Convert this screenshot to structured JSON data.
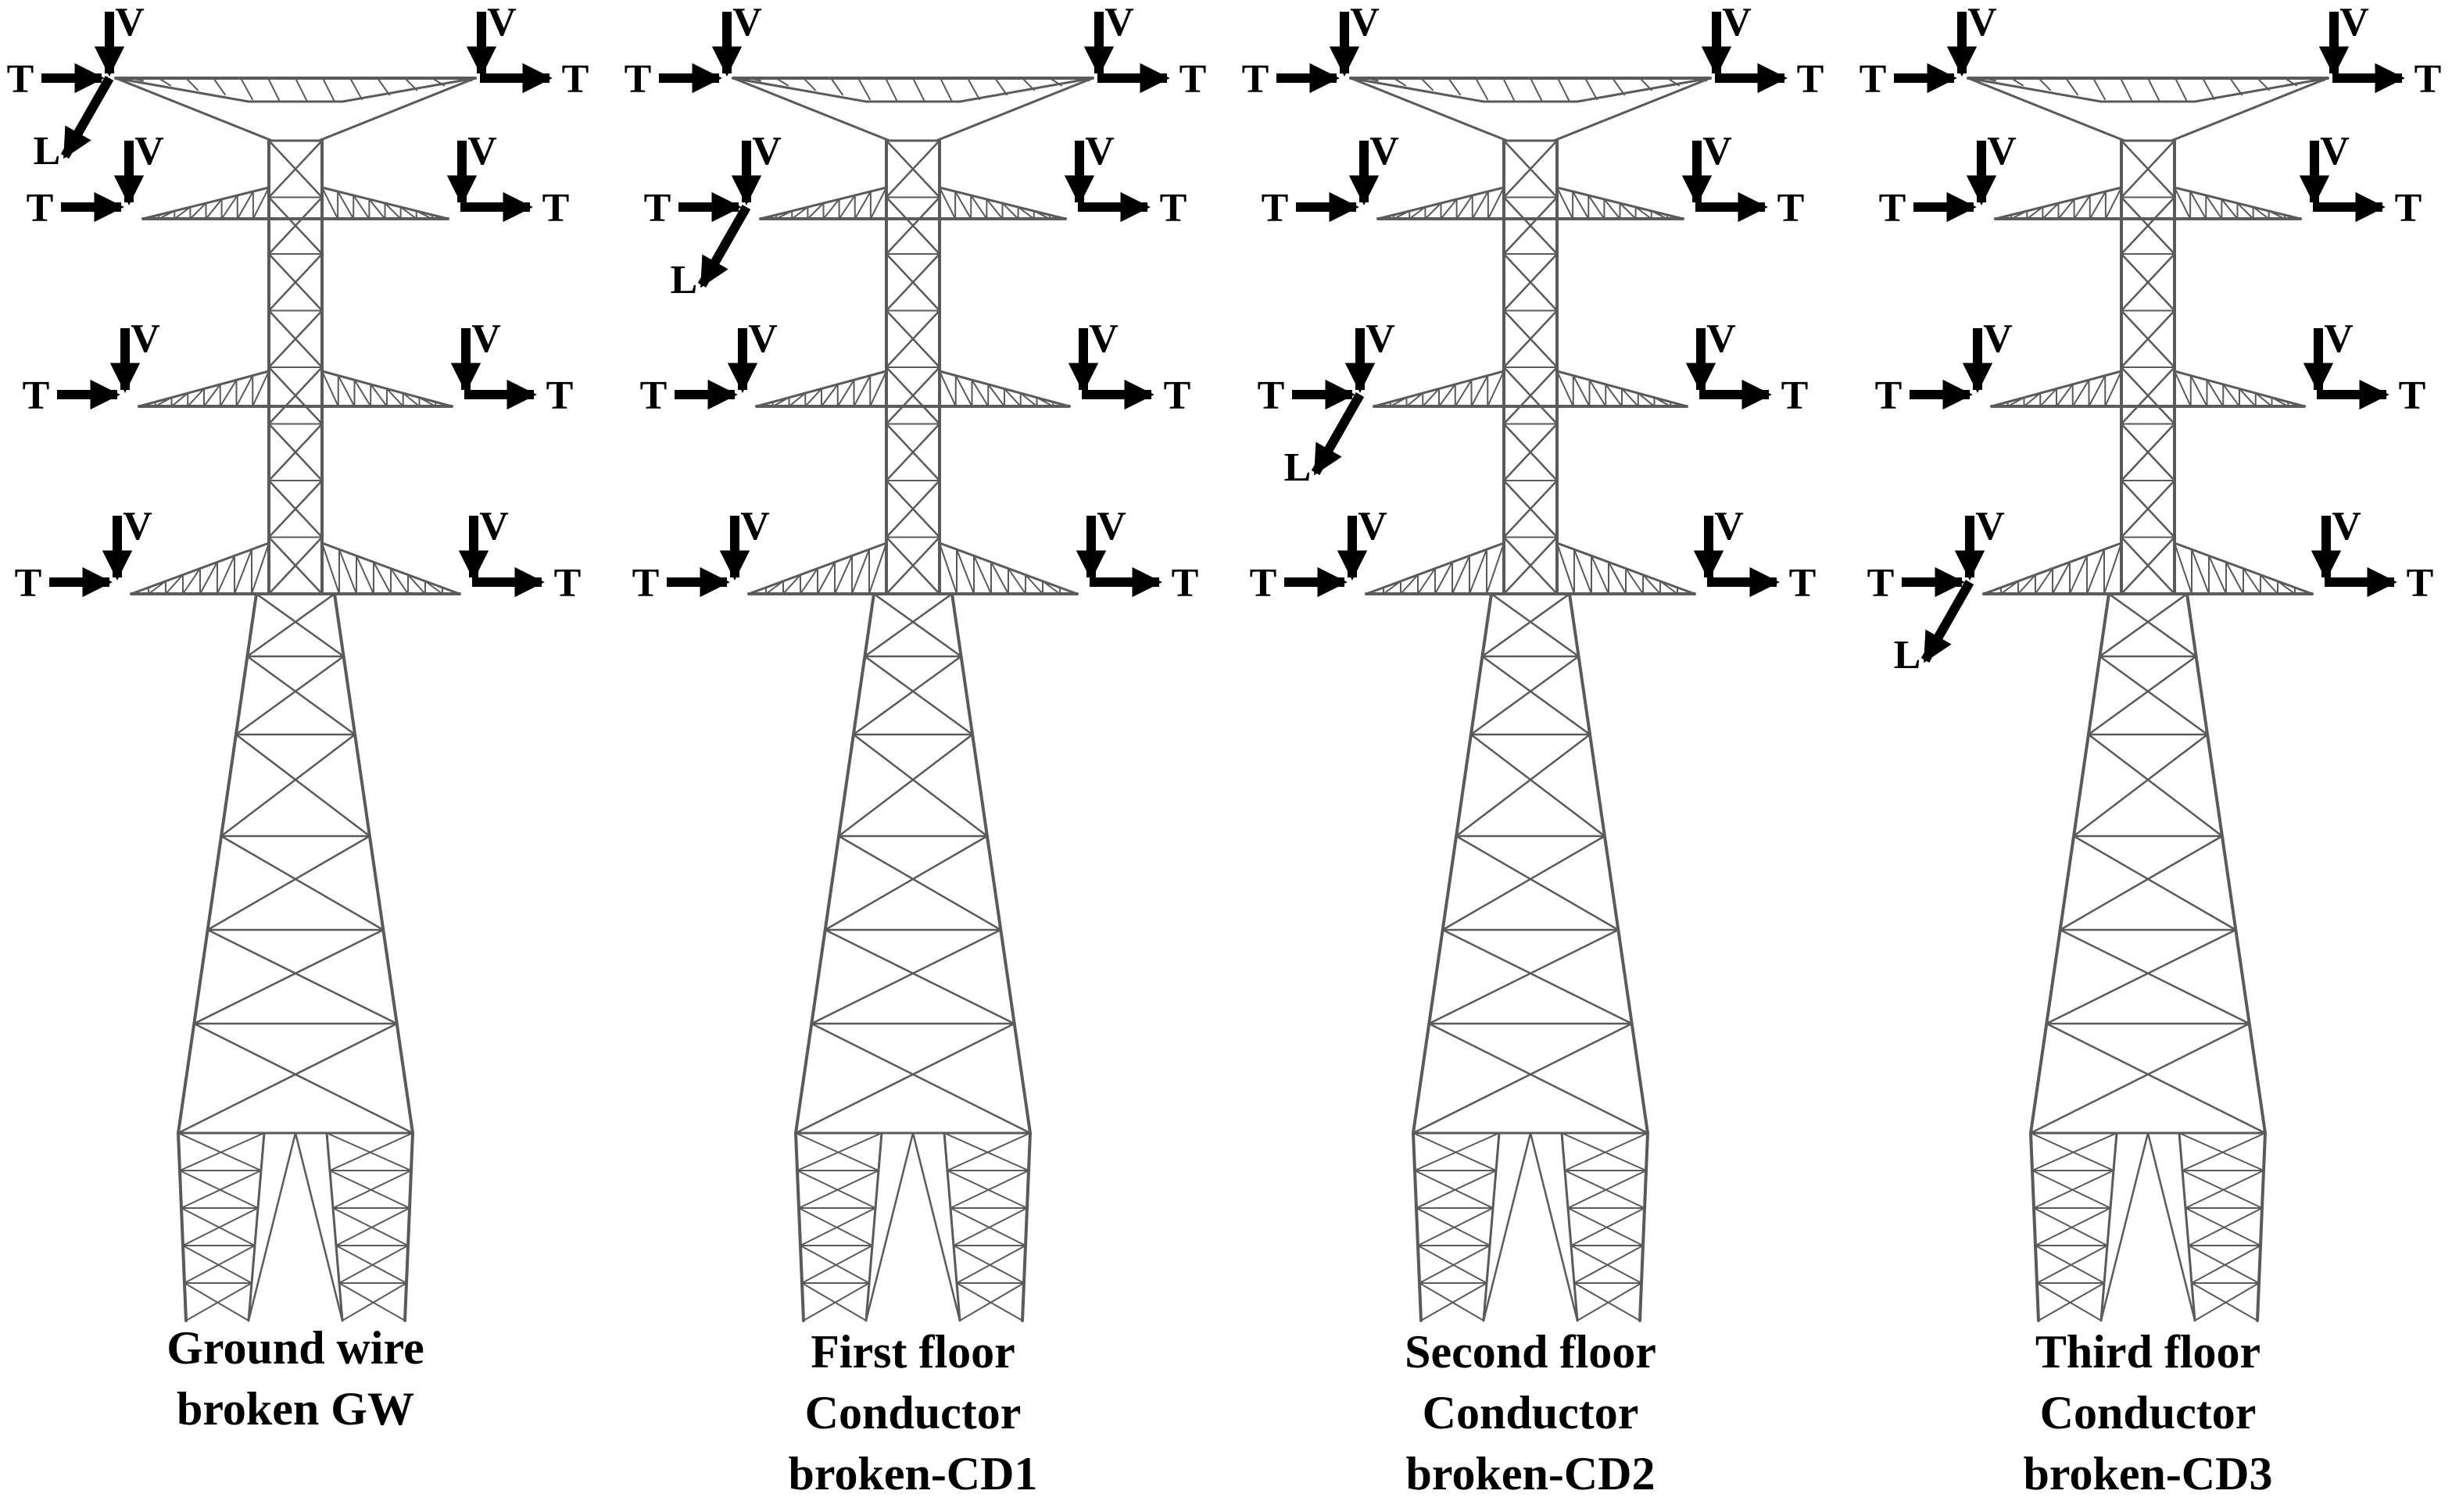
{
  "load_labels": {
    "transverse": "T",
    "vertical": "V",
    "longitudinal": "L"
  },
  "towers": [
    {
      "caption": [
        "Ground wire",
        "broken GW"
      ],
      "broken_level": 0
    },
    {
      "caption": [
        "First floor",
        "Conductor",
        "broken-CD1"
      ],
      "broken_level": 1
    },
    {
      "caption": [
        "Second floor",
        "Conductor",
        "broken-CD2"
      ],
      "broken_level": 2
    },
    {
      "caption": [
        "Third floor",
        "Conductor",
        "broken-CD3"
      ],
      "broken_level": 3
    }
  ],
  "colors": {
    "member": "#5a5a5a",
    "arrow": "#000000"
  }
}
